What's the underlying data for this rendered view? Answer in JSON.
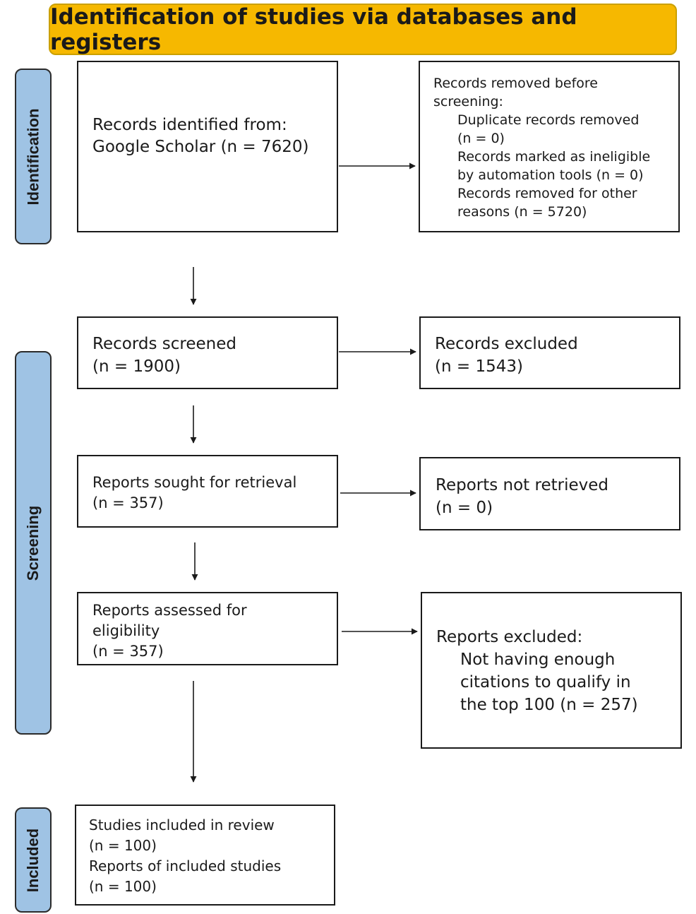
{
  "header": {
    "title": "Identification of studies via databases and registers"
  },
  "phases": {
    "identification": "Identification",
    "screening": "Screening",
    "included": "Included"
  },
  "boxes": {
    "records_identified": {
      "line1": "Records identified from:",
      "line2": "Google Scholar (n = 7620)"
    },
    "records_removed": {
      "line1": "Records removed before",
      "line2": "screening:",
      "sub1a": "Duplicate records removed",
      "sub1b": "(n = 0)",
      "sub2a": "Records marked as ineligible",
      "sub2b": "by automation tools (n = 0)",
      "sub3a": "Records removed for other",
      "sub3b": "reasons (n = 5720)"
    },
    "records_screened": {
      "line1": "Records screened",
      "line2": "(n = 1900)"
    },
    "records_excluded": {
      "line1": "Records excluded",
      "line2": "(n = 1543)"
    },
    "reports_sought": {
      "line1": "Reports sought for retrieval",
      "line2": "(n = 357)"
    },
    "reports_not_retrieved": {
      "line1": "Reports not retrieved",
      "line2": "(n = 0)"
    },
    "reports_assessed": {
      "line1": "Reports assessed for",
      "line2": "eligibility",
      "line3": "(n = 357)"
    },
    "reports_excluded": {
      "line1": "Reports excluded:",
      "sub1": "Not having enough",
      "sub2": "citations to qualify in",
      "sub3": "the top 100 (n = 257)"
    },
    "studies_included": {
      "line1": "Studies included in review",
      "line2": "(n = 100)",
      "line3": "Reports of included studies",
      "line4": "(n = 100)"
    }
  }
}
